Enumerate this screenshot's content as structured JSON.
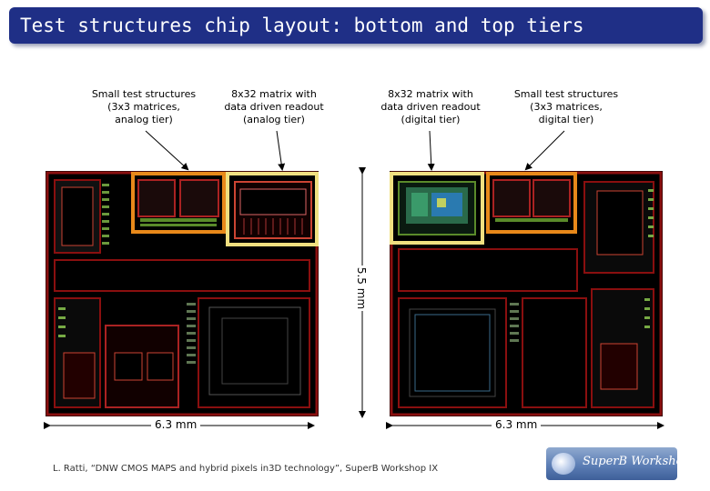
{
  "title": "Test structures chip layout: bottom and top tiers",
  "labels": {
    "small_analog": "Small test structures\n(3x3 matrices,\nanalog tier)",
    "matrix_analog": "8x32 matrix with\ndata driven readout\n(analog tier)",
    "matrix_digital": "8x32 matrix with\ndata driven readout\n(digital tier)",
    "small_digital": "Small test structures\n(3x3 matrices,\ndigital tier)"
  },
  "dimensions": {
    "width_left": "6.3 mm",
    "width_right": "6.3 mm",
    "height": "5.5 mm"
  },
  "footer": "L. Ratti, “DNW CMOS MAPS and hybrid pixels in3D technology”, SuperB Workshop IX",
  "logo": {
    "text": "SuperB Workshop IX"
  },
  "colors": {
    "title_bar": "#1f2f86",
    "orange_box": "#e8891a",
    "yellow_box": "#f0e080",
    "chip_background": "#000000",
    "metal_red": "#8a0f0f",
    "metal_green": "#5a8a2a"
  }
}
